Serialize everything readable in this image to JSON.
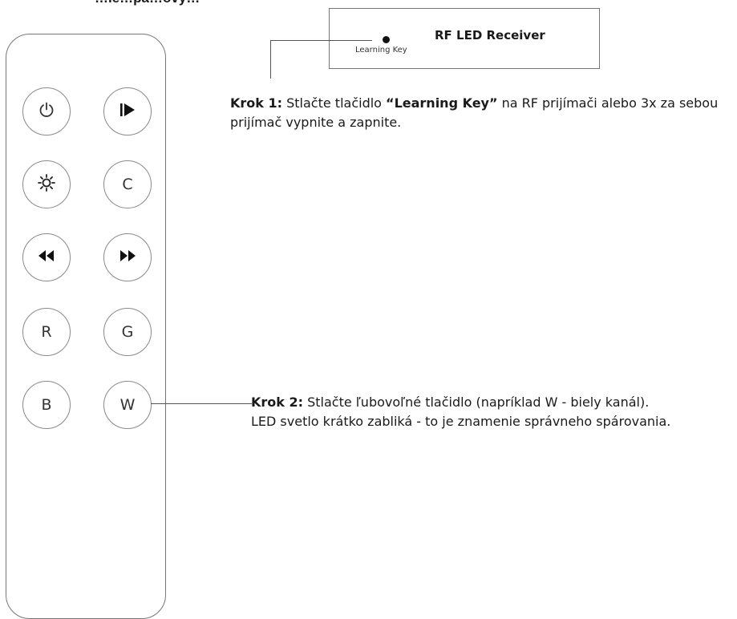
{
  "header": {
    "cut_title": "…ie…pá…ový…"
  },
  "receiver": {
    "title": "RF LED Receiver",
    "learning_key_label": "Learning Key"
  },
  "remote": {
    "buttons": [
      {
        "id": "power",
        "label": "",
        "icon": "power-icon"
      },
      {
        "id": "play",
        "label": "",
        "icon": "play-pause-icon"
      },
      {
        "id": "brightness",
        "label": "",
        "icon": "brightness-icon"
      },
      {
        "id": "c",
        "label": "C",
        "icon": ""
      },
      {
        "id": "rewind",
        "label": "",
        "icon": "rewind-icon"
      },
      {
        "id": "forward",
        "label": "",
        "icon": "fast-forward-icon"
      },
      {
        "id": "r",
        "label": "R",
        "icon": ""
      },
      {
        "id": "g",
        "label": "G",
        "icon": ""
      },
      {
        "id": "b",
        "label": "B",
        "icon": ""
      },
      {
        "id": "w",
        "label": "W",
        "icon": ""
      }
    ]
  },
  "steps": {
    "step1": {
      "label": "Krok 1:",
      "text_a": " Stlačte tlačidlo ",
      "key": "“Learning Key”",
      "text_b": " na RF prijímači alebo 3x za sebou prijímač vypnite a zapnite."
    },
    "step2": {
      "label": "Krok 2:",
      "text_a": " Stlačte ľubovoľné tlačidlo (napríklad W - biely kanál).",
      "text_b": "LED svetlo krátko zabliká - to je znamenie správneho spárovania."
    }
  }
}
